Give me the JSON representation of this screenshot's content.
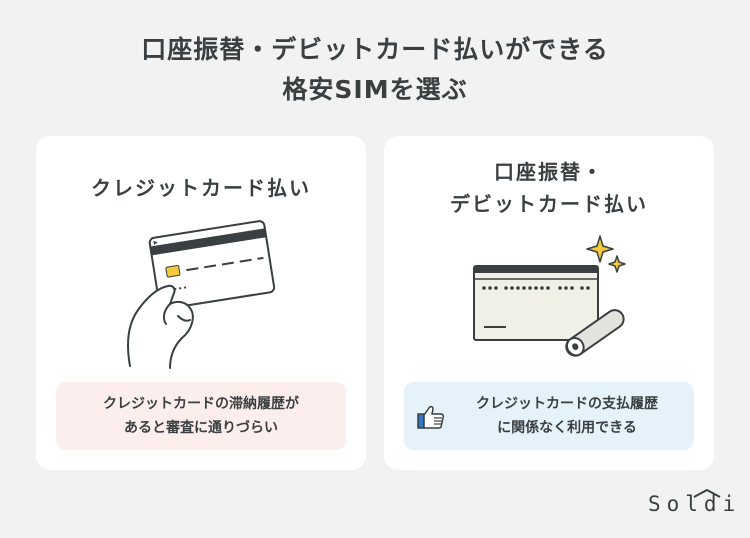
{
  "header": {
    "title_line1": "口座振替・デビットカード払いができる",
    "title_line2": "格安SIMを選ぶ"
  },
  "left_card": {
    "title": "クレジットカード払い",
    "note_line1": "クレジットカードの滞納履歴が",
    "note_line2": "あると審査に通りづらい",
    "note_color": "#fdeeee"
  },
  "right_card": {
    "title_line1": "口座振替・",
    "title_line2": "デビットカード払い",
    "note_line1": "クレジットカードの支払履歴",
    "note_line2": "に関係なく利用できる",
    "note_color": "#e5f2fa",
    "icon": "thumbs-up-icon"
  },
  "logo": {
    "text": "Soldi"
  },
  "colors": {
    "background": "#f2f2f2",
    "card": "#ffffff",
    "ink": "#3a3f41",
    "chip": "#f3c83a",
    "accent_blue": "#2f78c9"
  }
}
